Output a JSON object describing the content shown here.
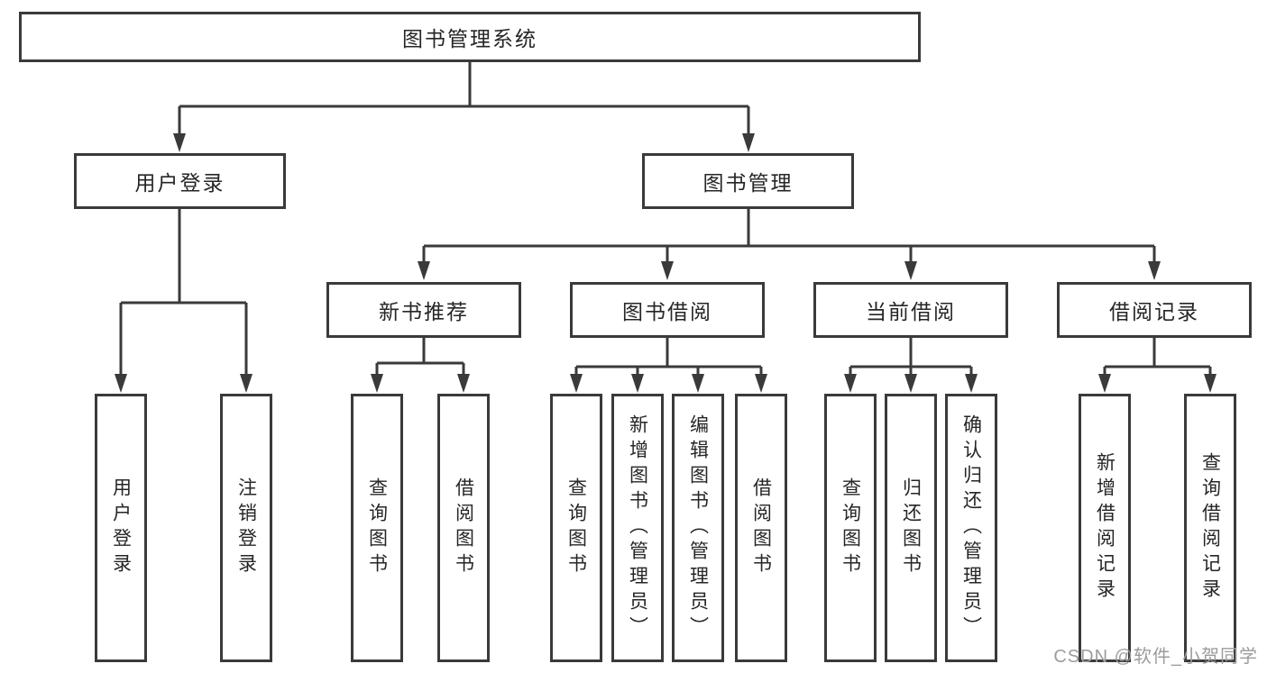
{
  "tree": {
    "label": "图书管理系统",
    "children": [
      {
        "label": "用户登录",
        "children": [
          {
            "label": "用户登录"
          },
          {
            "label": "注销登录"
          }
        ]
      },
      {
        "label": "图书管理",
        "children": [
          {
            "label": "新书推荐",
            "children": [
              {
                "label": "查询图书"
              },
              {
                "label": "借阅图书"
              }
            ]
          },
          {
            "label": "图书借阅",
            "children": [
              {
                "label": "查询图书"
              },
              {
                "label": "新增图书（管理员）"
              },
              {
                "label": "编辑图书（管理员）"
              },
              {
                "label": "借阅图书"
              }
            ]
          },
          {
            "label": "当前借阅",
            "children": [
              {
                "label": "查询图书"
              },
              {
                "label": "归还图书"
              },
              {
                "label": "确认归还（管理员）"
              }
            ]
          },
          {
            "label": "借阅记录",
            "children": [
              {
                "label": "新增借阅记录"
              },
              {
                "label": "查询借阅记录"
              }
            ]
          }
        ]
      }
    ]
  },
  "watermark": {
    "text": "CSDN @软件_小贺同学"
  },
  "colors": {
    "line": "#3a3a3a",
    "text": "#262626",
    "watermark": "#9c9c9c",
    "background": "#ffffff"
  }
}
